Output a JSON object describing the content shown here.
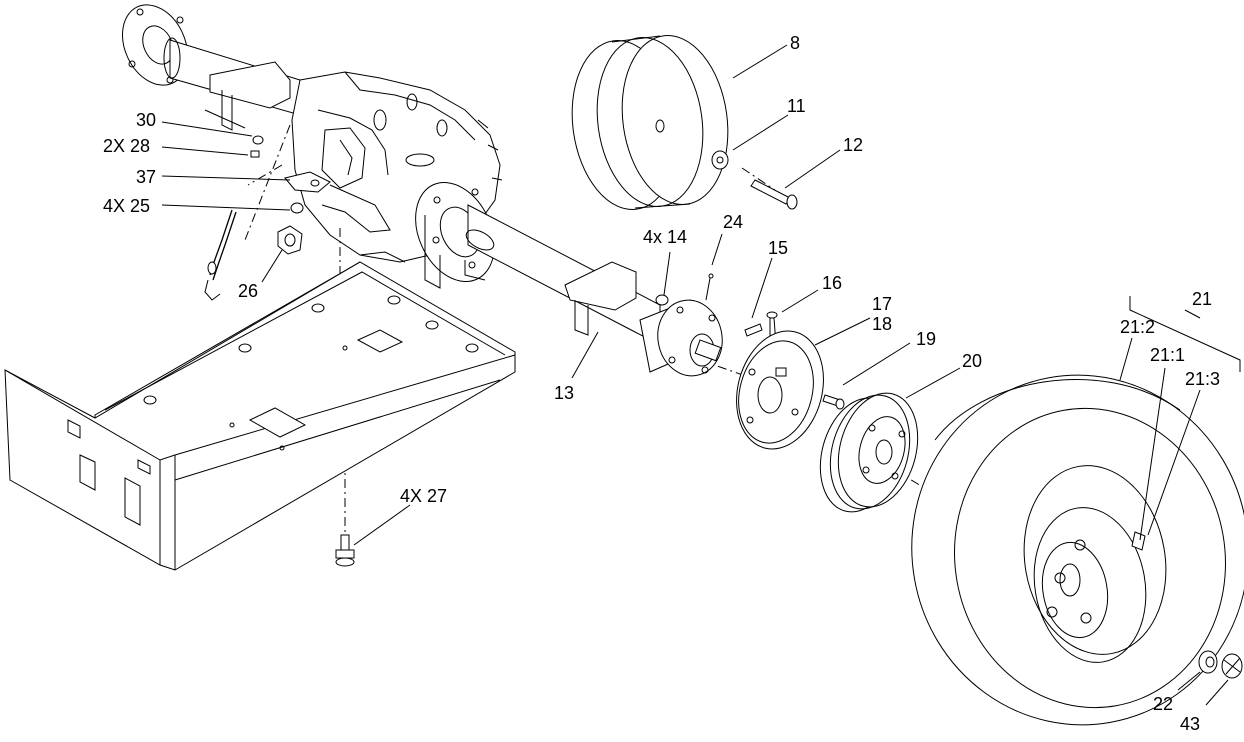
{
  "callouts": {
    "c8": "8",
    "c11": "11",
    "c12": "12",
    "c30": "30",
    "c2x28": "2X 28",
    "c37": "37",
    "c4x25": "4X 25",
    "c26": "26",
    "c4x14": "4x 14",
    "c24": "24",
    "c15": "15",
    "c16": "16",
    "c17": "17",
    "c18": "18",
    "c19": "19",
    "c20": "20",
    "c13": "13",
    "c21": "21",
    "c21_2": "21:2",
    "c21_1": "21:1",
    "c21_3": "21:3",
    "c4x27": "4X 27",
    "c22": "22",
    "c43": "43"
  }
}
